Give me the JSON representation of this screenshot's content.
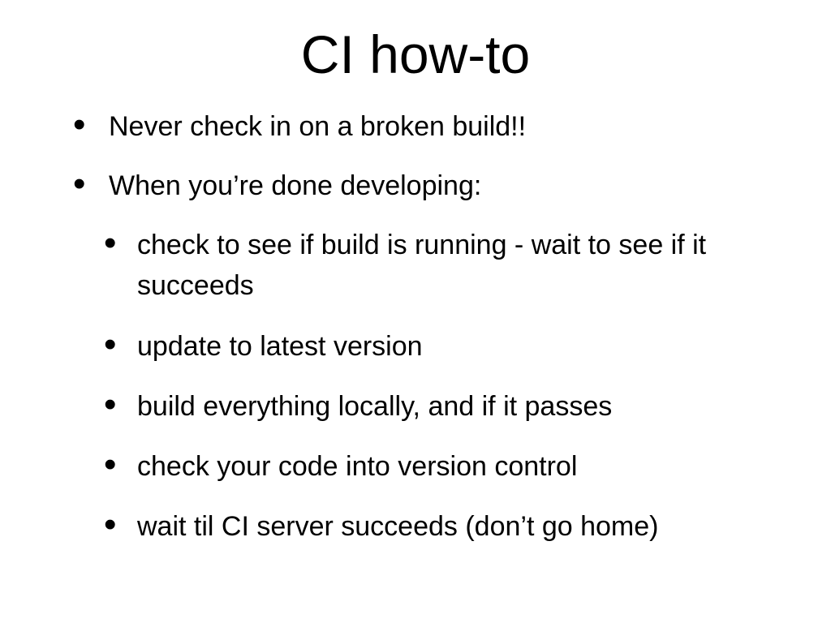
{
  "slide": {
    "title": "CI how-to",
    "bullet_glyph": "•",
    "items": [
      {
        "level": 1,
        "text": "Never check in on a broken build!!"
      },
      {
        "level": 1,
        "text": "When you’re done developing:"
      },
      {
        "level": 2,
        "text": "check to see if build is running - wait to see if it succeeds"
      },
      {
        "level": 2,
        "text": "update to latest version"
      },
      {
        "level": 2,
        "text": "build everything locally, and if it passes"
      },
      {
        "level": 2,
        "text": "check your code into version control"
      },
      {
        "level": 2,
        "text": "wait til CI server succeeds (don’t go home)"
      }
    ]
  }
}
